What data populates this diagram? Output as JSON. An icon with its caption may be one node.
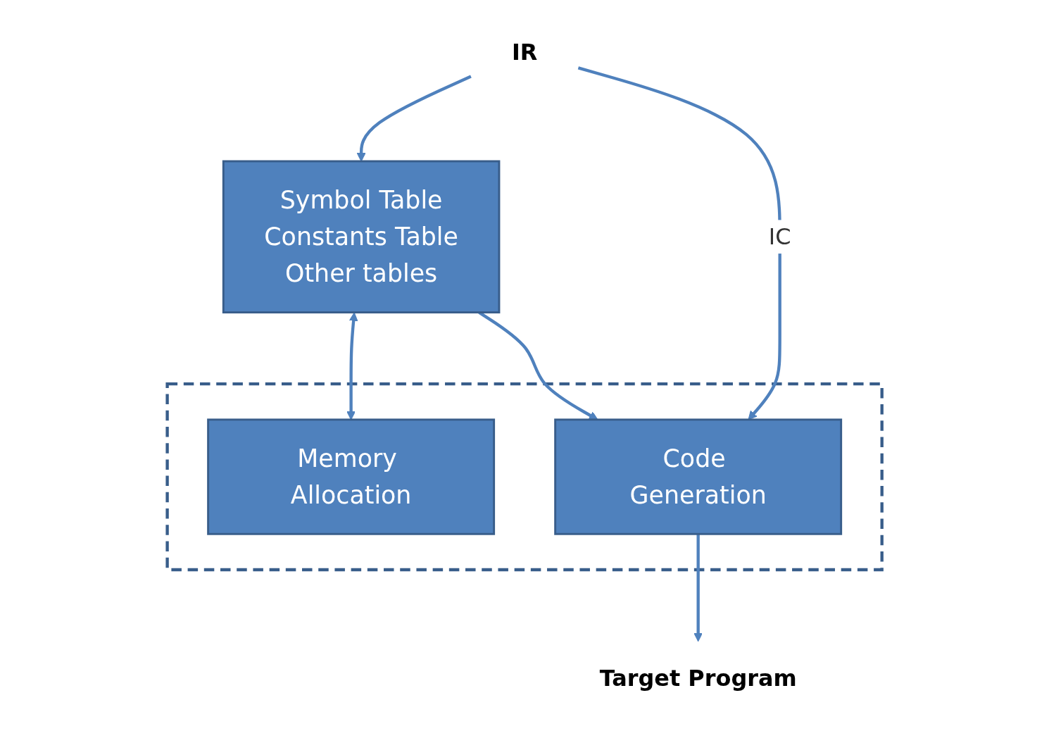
{
  "diagram": {
    "nodes": [
      {
        "text": [
          "IR"
        ]
      },
      {
        "text": [],
        "shape": "box"
      },
      {
        "text": [
          "Memory Allocation"
        ],
        "in": 1
      },
      {
        "text": [
          "Code Generation"
        ],
        "in": 1
      },
      {
        "text": [
          "Symbol Table",
          "Constants Table",
          "Other tables"
        ]
      },
      {
        "text": [
          "Target Program"
        ]
      }
    ],
    "edges": [
      {
        "from": 0,
        "to": 4,
        "arrow": "to"
      },
      {
        "from": 0,
        "to": 3,
        "arrow": "to",
        "label": "IC"
      },
      {
        "from": 2,
        "to": 4,
        "arrow": "both"
      },
      {
        "from": 4,
        "to": 3,
        "arrow": "to"
      },
      {
        "from": 3,
        "to": 5,
        "arrow": "to"
      }
    ]
  }
}
